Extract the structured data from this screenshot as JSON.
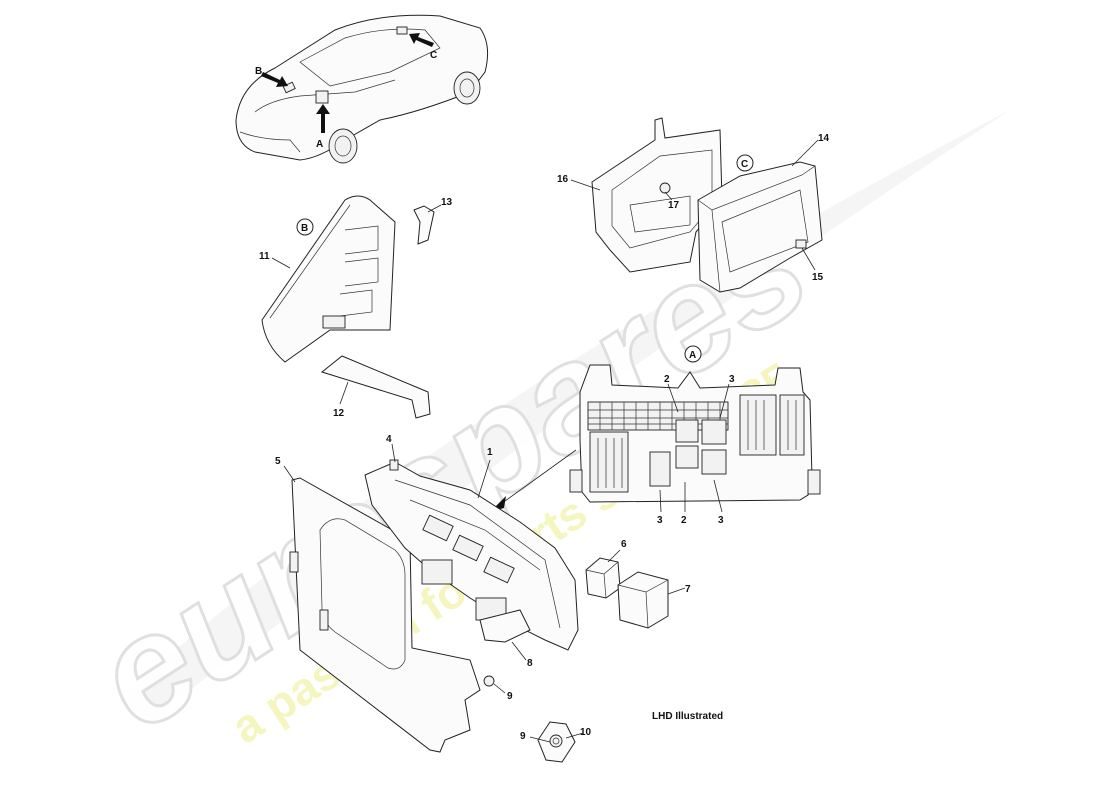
{
  "watermark": {
    "brand": "eurospares",
    "tagline": "a passion for parts since 1985",
    "brand_color": "#e6e6e6",
    "tagline_color": "#f1f1a8"
  },
  "view_markers": {
    "A": "A",
    "B": "B",
    "C": "C"
  },
  "callouts": {
    "c1": "1",
    "c2a": "2",
    "c2b": "2",
    "c3a": "3",
    "c3b": "3",
    "c3c": "3",
    "c4": "4",
    "c5": "5",
    "c6": "6",
    "c7": "7",
    "c8": "8",
    "c9a": "9",
    "c9b": "9",
    "c10": "10",
    "c11": "11",
    "c12": "12",
    "c13": "13",
    "c14": "14",
    "c15": "15",
    "c16": "16",
    "c17": "17"
  },
  "note": "LHD Illustrated",
  "colors": {
    "line": "#222222",
    "fill": "#fbfbfb"
  }
}
